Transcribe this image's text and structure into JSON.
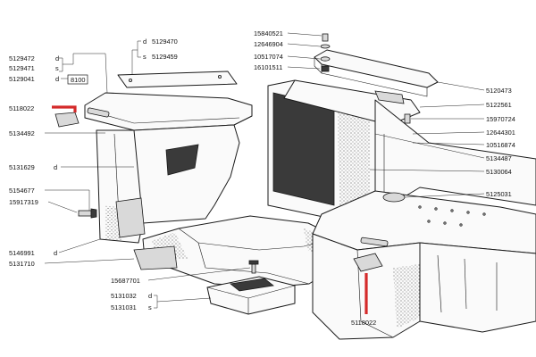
{
  "highlight_color": "#d42a2a",
  "labels_left": {
    "p5129472": "5129472",
    "p5129471": "5129471",
    "p5129041": "5129041",
    "p5118022": "5118022",
    "p5134492": "5134492",
    "p5131629": "5131629",
    "p5154677": "5154677",
    "p15917319": "15917319",
    "p5146991": "5146991",
    "p5131710": "5131710"
  },
  "labels_top": {
    "p5129470": "5129470",
    "p5129459": "5129459",
    "plate_code": "8100"
  },
  "labels_mid": {
    "p15840521": "15840521",
    "p12646904": "12646904",
    "p10517074": "10517074",
    "p16101511": "16101511"
  },
  "labels_right": {
    "p5120473": "5120473",
    "p5122561": "5122561",
    "p15970724": "15970724",
    "p12644301": "12644301",
    "p10516874": "10516874",
    "p5134487": "5134487",
    "p5130064": "5130064",
    "p5125031": "5125031"
  },
  "labels_bottom": {
    "p15687701": "15687701",
    "p5131032": "5131032",
    "p5131031": "5131031",
    "p5118022b": "5118022"
  },
  "suffix": {
    "d": "d",
    "s": "s"
  }
}
